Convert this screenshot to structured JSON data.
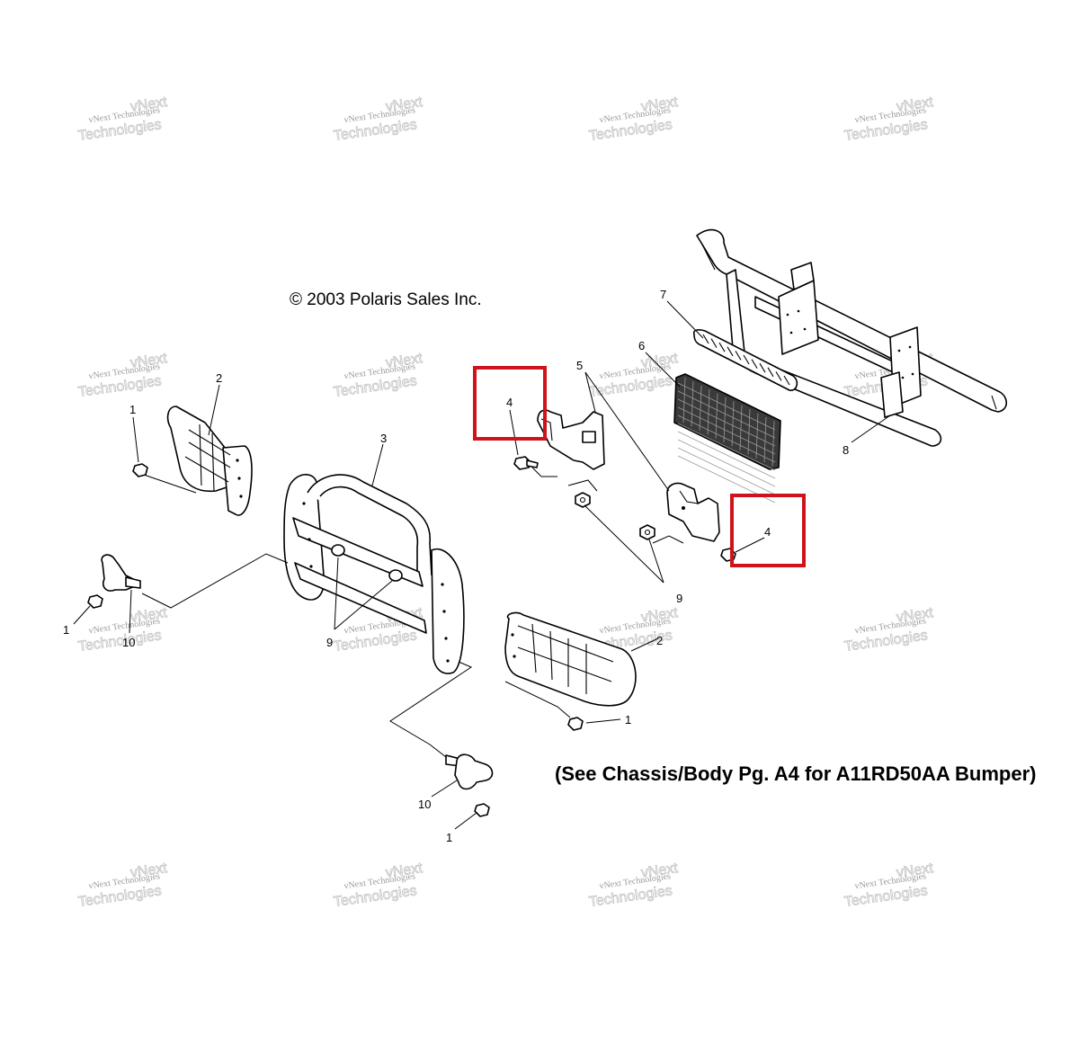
{
  "copyright": "© 2003 Polaris Sales Inc.",
  "note": "(See Chassis/Body Pg. A4 for A11RD50AA Bumper)",
  "watermark": {
    "line1": "vNext Technologies",
    "line2": "Technologies",
    "top": "vNext"
  },
  "callouts": [
    {
      "id": "1a",
      "label": "1"
    },
    {
      "id": "2a",
      "label": "2"
    },
    {
      "id": "3",
      "label": "3"
    },
    {
      "id": "4a",
      "label": "4"
    },
    {
      "id": "5",
      "label": "5"
    },
    {
      "id": "6",
      "label": "6"
    },
    {
      "id": "7",
      "label": "7"
    },
    {
      "id": "8",
      "label": "8"
    },
    {
      "id": "4b",
      "label": "4"
    },
    {
      "id": "9a",
      "label": "9"
    },
    {
      "id": "9b",
      "label": "9"
    },
    {
      "id": "1b",
      "label": "1"
    },
    {
      "id": "10a",
      "label": "10"
    },
    {
      "id": "2b",
      "label": "2"
    },
    {
      "id": "1c",
      "label": "1"
    },
    {
      "id": "10b",
      "label": "10"
    },
    {
      "id": "1d",
      "label": "1"
    }
  ],
  "highlight_color": "#d0131a"
}
